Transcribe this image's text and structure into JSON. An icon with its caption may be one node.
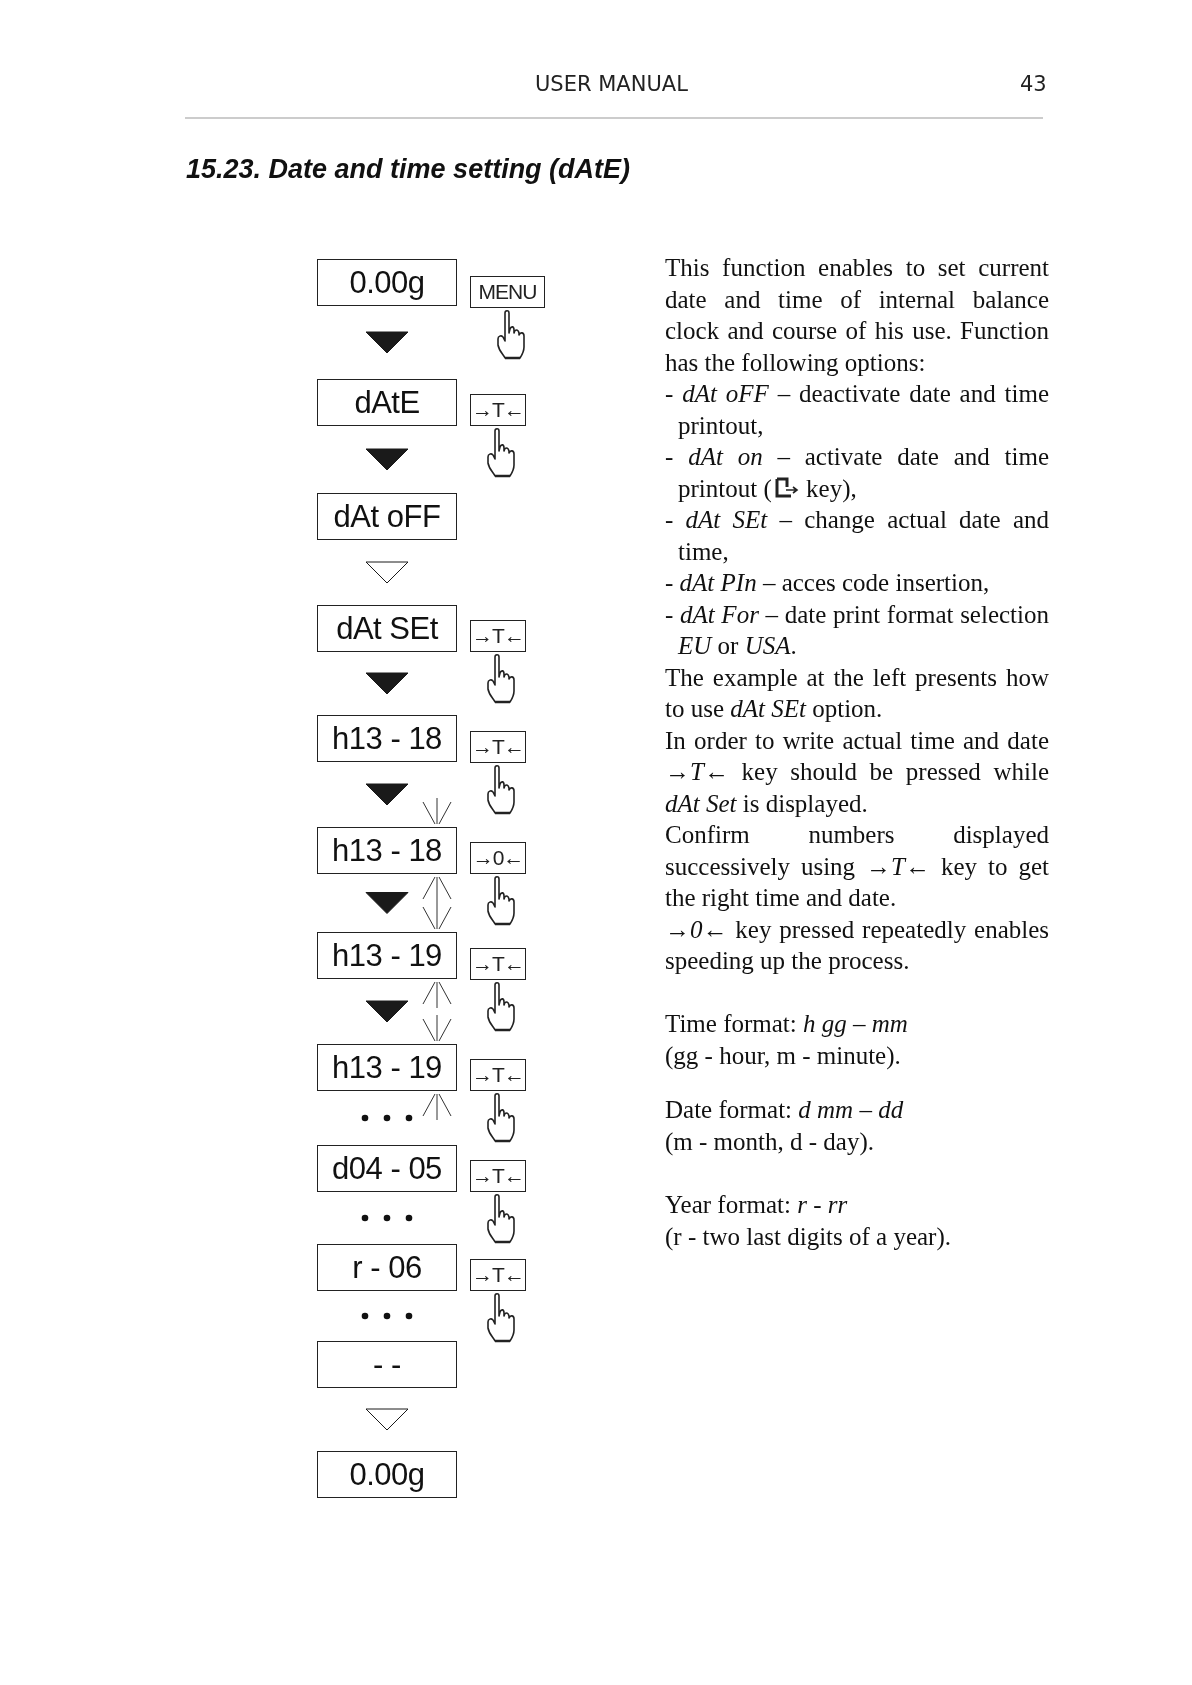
{
  "diagram": {
    "title": "15.23.  Date and time setting (dAtE)",
    "nodes": [
      {
        "text": [
          "0.00g"
        ]
      },
      {
        "text": [
          "MENU"
        ]
      },
      {
        "text": [
          "dAtE"
        ]
      },
      {
        "text": [
          "→T←"
        ]
      },
      {
        "text": [
          "dAt oFF"
        ]
      },
      {
        "text": [
          "dAt SEt"
        ]
      },
      {
        "text": [
          "→T←"
        ]
      },
      {
        "text": [
          "h13 - 18"
        ]
      },
      {
        "text": [
          "→T←"
        ]
      },
      {
        "text": [
          "h13 - 18"
        ]
      },
      {
        "text": [
          "→0←"
        ]
      },
      {
        "text": [
          "h13 - 19"
        ]
      },
      {
        "text": [
          "→T←"
        ]
      },
      {
        "text": [
          "h13 - 19"
        ]
      },
      {
        "text": [
          "→T←"
        ]
      },
      {
        "text": [
          "d04 - 05"
        ]
      },
      {
        "text": [
          "→T←"
        ]
      },
      {
        "text": [
          "r - 06"
        ]
      },
      {
        "text": [
          "→T←"
        ]
      },
      {
        "text": [
          "- -"
        ]
      },
      {
        "text": [
          "0.00g"
        ]
      }
    ],
    "edges": [
      {
        "from": 0,
        "to": 2,
        "arrow": "to"
      },
      {
        "from": 2,
        "to": 4,
        "arrow": "to"
      },
      {
        "from": 4,
        "to": 5,
        "arrow": "to"
      },
      {
        "from": 5,
        "to": 7,
        "arrow": "to"
      },
      {
        "from": 7,
        "to": 9,
        "arrow": "to"
      },
      {
        "from": 9,
        "to": 11,
        "arrow": "to"
      },
      {
        "from": 11,
        "to": 13,
        "arrow": "to"
      },
      {
        "from": 19,
        "to": 20,
        "arrow": "to"
      }
    ],
    "labels": [
      "USER MANUAL",
      "43",
      "This function enables to set current date and time of internal balance clock and course of his use. Function has the following options:",
      "- *dAt oFF* – deactivate date and time printout,",
      "- *dAt on* – activate date and time printout (",
      "key),",
      "- *dAt SEt* – change actual date and time,",
      "- *dAt PIn* – acces code insertion,",
      "- *dAt For* – date print format selection *EU* or *USA*.",
      "The example at the left presents how to use *dAt SEt* option.",
      "In order to write actual time and date *→T←* key should be pressed while *dAt Set* is displayed.",
      "Confirm numbers displayed successively using *→T←* key to get the right time and date.",
      "*→0←* key pressed repeatedly enables speeding up the process.",
      "Time format: *h gg – mm*",
      "(gg - hour, m - minute).",
      "Date format: *d mm – dd*",
      "(m - month, d - day).",
      "Year format: *r - rr*",
      "(r - two last digits of a year)."
    ]
  }
}
